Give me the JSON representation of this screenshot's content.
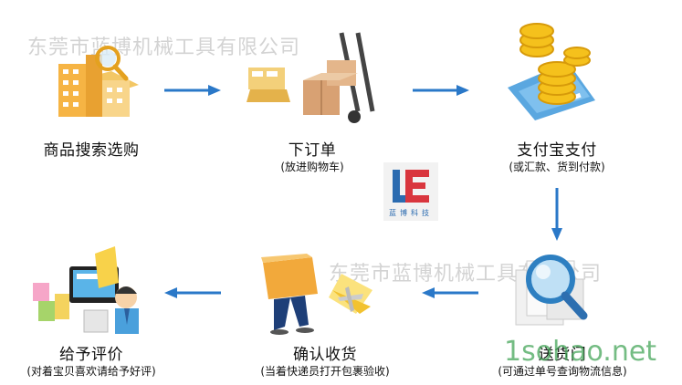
{
  "steps": [
    {
      "title": "商品搜索选购",
      "subtitle": ""
    },
    {
      "title": "下订单",
      "subtitle": "(放进购物车)"
    },
    {
      "title": "支付宝支付",
      "subtitle": "(或汇款、货到付款)"
    },
    {
      "title": "送货门",
      "subtitle": "(可通过单号查询物流信息)"
    },
    {
      "title": "确认收货",
      "subtitle": "(当着快递员打开包裹验收)"
    },
    {
      "title": "给予评价",
      "subtitle": "(对着宝贝喜欢请给予好评)"
    }
  ],
  "watermark": {
    "top": "东莞市蓝博机械工具有限公司",
    "middle": "东莞市蓝博机械工具有限公司"
  },
  "logo": {
    "text": "蓝博科技"
  },
  "site_watermark": "1sohao.net",
  "colors": {
    "arrow": "#2a78c8",
    "logo_blue": "#2b6bb0",
    "logo_red": "#d9363e"
  }
}
